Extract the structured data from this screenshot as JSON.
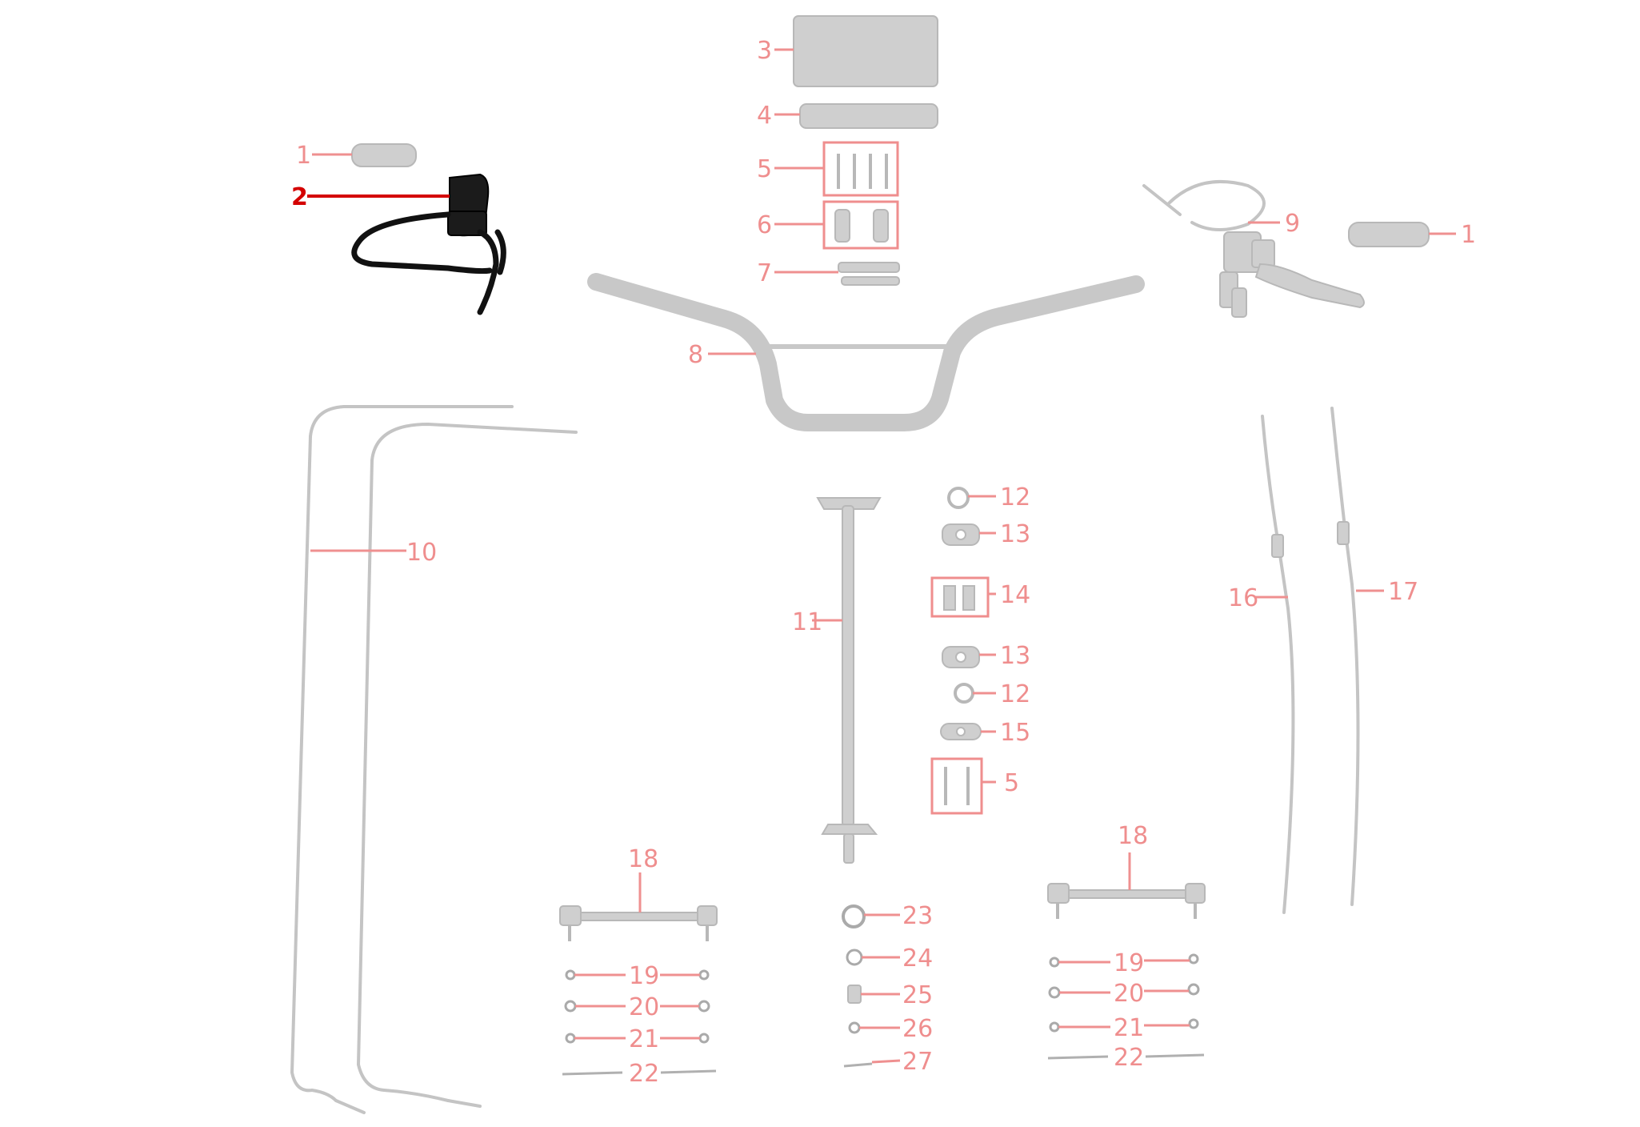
{
  "diagram": {
    "highlight_color": "#d40000",
    "label_color": "#ef8e8e",
    "part_color": "#c8c8c8",
    "highlighted_part": "2",
    "callouts": {
      "c1a": "1",
      "c1b": "1",
      "c2": "2",
      "c3": "3",
      "c4": "4",
      "c5a": "5",
      "c5b": "5",
      "c6": "6",
      "c7": "7",
      "c8": "8",
      "c9": "9",
      "c10": "10",
      "c11": "11",
      "c12a": "12",
      "c12b": "12",
      "c13a": "13",
      "c13b": "13",
      "c14": "14",
      "c15": "15",
      "c16": "16",
      "c17": "17",
      "c18a": "18",
      "c18b": "18",
      "c19a": "19",
      "c19b": "19",
      "c20a": "20",
      "c20b": "20",
      "c21a": "21",
      "c21b": "21",
      "c22a": "22",
      "c22b": "22",
      "c23": "23",
      "c24": "24",
      "c25": "25",
      "c26": "26",
      "c27": "27"
    }
  }
}
